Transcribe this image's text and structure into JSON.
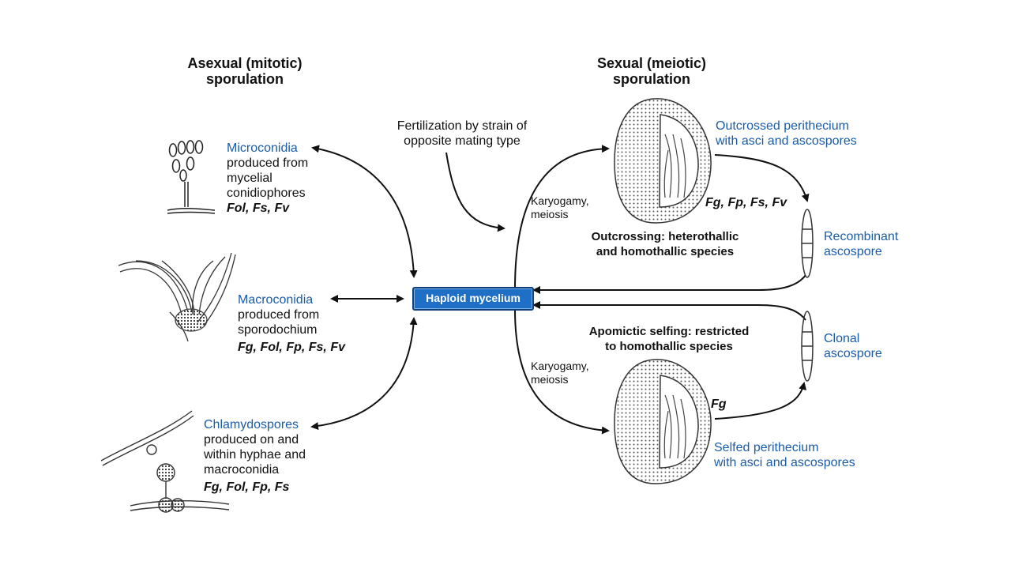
{
  "headings": {
    "asexual_line1": "Asexual (mitotic)",
    "asexual_line2": "sporulation",
    "sexual_line1": "Sexual (meiotic)",
    "sexual_line2": "sporulation"
  },
  "center_node": "Haploid mycelium",
  "asexual": [
    {
      "name": "Microconidia",
      "desc": [
        "produced from",
        "mycelial",
        "conidiophores"
      ],
      "species": "Fol, Fs, Fv"
    },
    {
      "name": "Macroconidia",
      "desc": [
        "produced from",
        "sporodochium"
      ],
      "species": "Fg, Fol, Fp, Fs, Fv"
    },
    {
      "name": "Chlamydospores",
      "desc": [
        "produced on and",
        "within hyphae and",
        "macroconidia"
      ],
      "species": "Fg, Fol, Fp, Fs"
    }
  ],
  "sexual": {
    "fertilization": [
      "Fertilization by strain of",
      "opposite mating type"
    ],
    "karyogamy_top": [
      "Karyogamy,",
      "meiosis"
    ],
    "karyogamy_bottom": [
      "Karyogamy,",
      "meiosis"
    ],
    "outcrossed_label": [
      "Outcrossed perithecium",
      "with asci and ascospores"
    ],
    "outcrossed_species": "Fg, Fp, Fs, Fv",
    "outcrossing_note": [
      "Outcrossing: heterothallic",
      "and homothallic species"
    ],
    "recombinant": [
      "Recombinant",
      "ascospore"
    ],
    "apomictic_note": [
      "Apomictic selfing: restricted",
      "to homothallic species"
    ],
    "clonal": [
      "Clonal",
      "ascospore"
    ],
    "selfed_species": "Fg",
    "selfed_label": [
      "Selfed perithecium",
      "with asci and ascospores"
    ]
  },
  "colors": {
    "accent_blue": "#1a5ca8",
    "box_blue": "#1f6fc6"
  }
}
